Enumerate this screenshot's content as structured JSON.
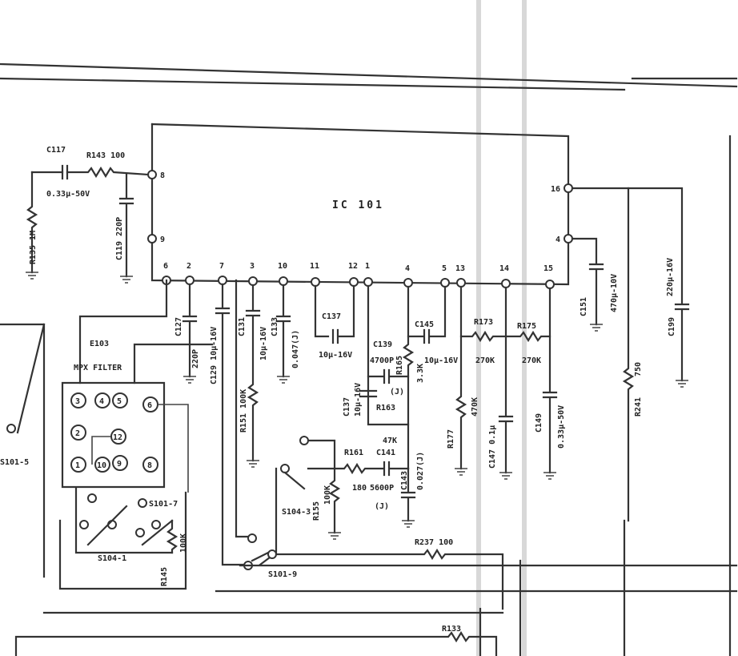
{
  "ic": {
    "ref": "IC 101"
  },
  "pins": {
    "p8": "8",
    "p9": "9",
    "p6": "6",
    "p2": "2",
    "p7": "7",
    "p3": "3",
    "p10": "10",
    "p11": "11",
    "p12": "12",
    "p1": "1",
    "p4a": "4",
    "p5": "5",
    "p13": "13",
    "p14": "14",
    "p15": "15",
    "p16": "16",
    "p4b": "4"
  },
  "labels": {
    "c117": "C117",
    "c117_val": "0.33μ-50V",
    "r143": "R143 100",
    "c119": "C119 220P",
    "r135": "R135 1M",
    "c127": "C127",
    "c127_val": "220P",
    "c129": "C129 10μ-16V",
    "c131": "C131",
    "c131_val": "10μ-16V",
    "c133": "C133",
    "c133_val": "0.047(J)",
    "c137_top": "C137",
    "c137_val": "10μ-16V",
    "c139": "C139",
    "c139_val": "4700P",
    "c139_j": "(J)",
    "r165": "R165",
    "r165_val": "3.3K",
    "c145": "C145",
    "c145_val": "10μ-16V",
    "c137_side": "C137",
    "c137_side_val": "10μ-16V",
    "r163": "R163",
    "r163_val": "47K",
    "r161": "R161",
    "r161_val": "180",
    "c141": "C141",
    "c141_val": "5600P",
    "c141_j": "(J)",
    "c143": "C143",
    "c143_val": "0.027(J)",
    "r173": "R173",
    "r173_val": "270K",
    "r175": "R175",
    "r175_val": "270K",
    "r177": "R177",
    "r177_val": "470K",
    "c147": "C147 0.1μ",
    "c149": "C149",
    "c149_val": "0.33μ-50V",
    "c151": "C151",
    "c151_val": "470μ-10V",
    "c199": "C199",
    "c199_val": "220μ-16V",
    "r241": "R241",
    "r241_val": "750",
    "r151": "R151 100K",
    "r155": "R155",
    "r155_val": "100K",
    "r145": "R145",
    "r145_val": "100K",
    "r237": "R237 100",
    "r133": "R133",
    "e103": "E103",
    "mpx": "MPX FILTER",
    "s101_5": "S101-5",
    "s101_7": "S101-7",
    "s101_9": "S101-9",
    "s104_1": "S104-1",
    "s104_3": "S104-3"
  },
  "mpx_pins": {
    "m3": "3",
    "m4": "4",
    "m5": "5",
    "m6": "6",
    "m2": "2",
    "m12": "12",
    "m1": "1",
    "m10": "10",
    "m9": "9",
    "m8": "8"
  }
}
